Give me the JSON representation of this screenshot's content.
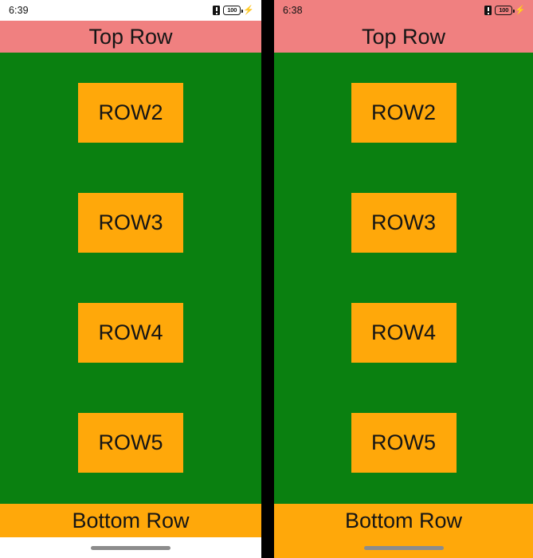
{
  "screens": [
    {
      "id": "left",
      "status_bar": {
        "time": "6:39",
        "background": "#FFFFFF",
        "icons": [
          {
            "name": "alert-icon",
            "glyph": ""
          },
          {
            "name": "battery-icon",
            "level": "100"
          },
          {
            "name": "charging-bolt-icon",
            "glyph": "⚡"
          }
        ]
      },
      "top_row": {
        "label": "Top Row",
        "color": "#F08080"
      },
      "content": {
        "background": "#0A8010",
        "buttons": [
          {
            "label": "ROW2",
            "color": "#FFA80A"
          },
          {
            "label": "ROW3",
            "color": "#FFA80A"
          },
          {
            "label": "ROW4",
            "color": "#FFA80A"
          },
          {
            "label": "ROW5",
            "color": "#FFA80A"
          }
        ]
      },
      "bottom_row": {
        "label": "Bottom Row",
        "color": "#FFA80A"
      },
      "nav_bar": {
        "background": "#FFFFFF",
        "indicator_color": "#8C8C8C"
      }
    },
    {
      "id": "right",
      "status_bar": {
        "time": "6:38",
        "background": "#F08080",
        "icons": [
          {
            "name": "alert-icon",
            "glyph": ""
          },
          {
            "name": "battery-icon",
            "level": "100"
          },
          {
            "name": "charging-bolt-icon",
            "glyph": "⚡"
          }
        ]
      },
      "top_row": {
        "label": "Top Row",
        "color": "#F08080"
      },
      "content": {
        "background": "#0A8010",
        "buttons": [
          {
            "label": "ROW2",
            "color": "#FFA80A"
          },
          {
            "label": "ROW3",
            "color": "#FFA80A"
          },
          {
            "label": "ROW4",
            "color": "#FFA80A"
          },
          {
            "label": "ROW5",
            "color": "#FFA80A"
          }
        ]
      },
      "bottom_row": {
        "label": "Bottom Row",
        "color": "#FFA80A"
      },
      "nav_bar": {
        "background": "#FFA80A",
        "indicator_color": "#8C8C8C"
      }
    }
  ]
}
